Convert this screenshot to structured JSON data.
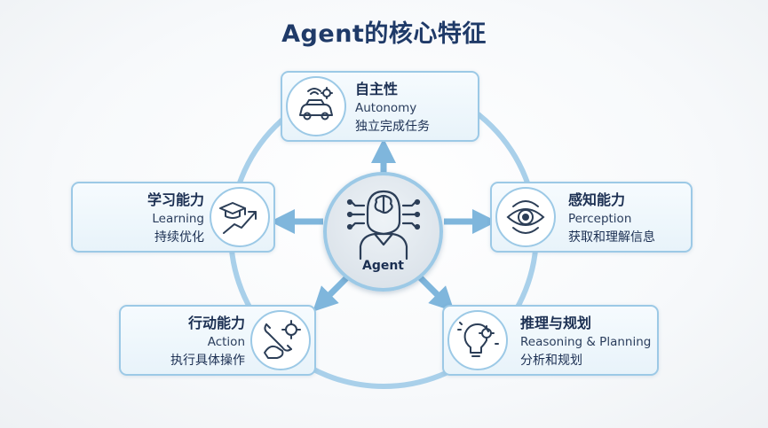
{
  "title": "Agent的核心特征",
  "center": {
    "label": "Agent",
    "icon": "robot-brain-icon"
  },
  "features": {
    "autonomy": {
      "cn": "自主性",
      "en": "Autonomy",
      "desc": "独立完成任务",
      "icon": "autonomous-car-icon"
    },
    "perception": {
      "cn": "感知能力",
      "en": "Perception",
      "desc": "获取和理解信息",
      "icon": "eye-icon"
    },
    "reasoning": {
      "cn": "推理与规划",
      "en": "Reasoning & Planning",
      "desc": "分析和规划",
      "icon": "lightbulb-gear-icon"
    },
    "action": {
      "cn": "行动能力",
      "en": "Action",
      "desc": "执行具体操作",
      "icon": "wrench-hand-icon"
    },
    "learning": {
      "cn": "学习能力",
      "en": "Learning",
      "desc": "持续优化",
      "icon": "graduation-chart-icon"
    }
  },
  "colors": {
    "accent": "#9cc9e6",
    "arrow": "#7fb6dc",
    "title": "#1f3a68",
    "text": "#1b2f52"
  }
}
